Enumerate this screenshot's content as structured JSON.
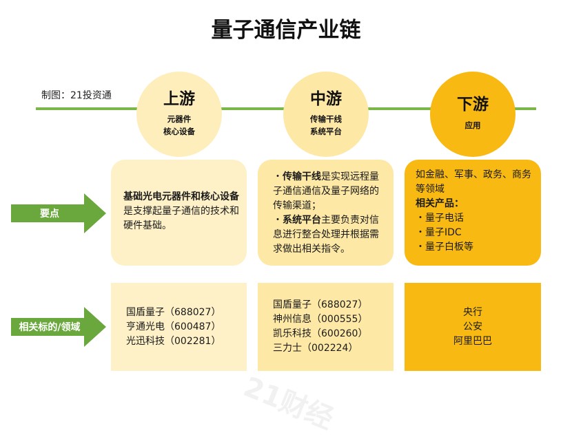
{
  "title": "量子通信产业链",
  "credit": "制图：21投资通",
  "stages": [
    {
      "name": "上游",
      "sub": "元器件\n核心设备"
    },
    {
      "name": "中游",
      "sub": "传输干线\n系统平台"
    },
    {
      "name": "下游",
      "sub": "应用"
    }
  ],
  "row_labels": {
    "key_points": "要点",
    "related": "相关标的/领域"
  },
  "key_points": {
    "upstream": {
      "bold": "基础光电元器件和核心设备",
      "text": "是支撑起量子通信的技术和硬件基础。"
    },
    "midstream": [
      {
        "bullet": "・",
        "bold": "传输干线",
        "text": "是实现远程量子通信通信及量子网络的传输渠道；"
      },
      {
        "bullet": "・",
        "bold": "系统平台",
        "text": "主要负责对信息进行整合处理并根据需求做出相关指令。"
      }
    ],
    "downstream": {
      "intro": "如金融、军事、政务、商务等领域",
      "products_label": "相关产品：",
      "products": [
        "・量子电话",
        "・量子IDC",
        "・量子白板等"
      ]
    }
  },
  "related": {
    "upstream": [
      "国盾量子（688027）",
      "亨通光电（600487）",
      "光迅科技（002281）"
    ],
    "midstream": [
      "国盾量子（688027）",
      "神州信息（000555）",
      "凯乐科技（600260）",
      "三力士（002224）"
    ],
    "downstream": [
      "央行",
      "公安",
      "阿里巴巴"
    ]
  },
  "watermark": "21财经",
  "colors": {
    "line": "#7ab648",
    "arrow": "#6aa73c",
    "up": "#fef1c8",
    "mid": "#fde8a6",
    "down": "#f8b912"
  }
}
